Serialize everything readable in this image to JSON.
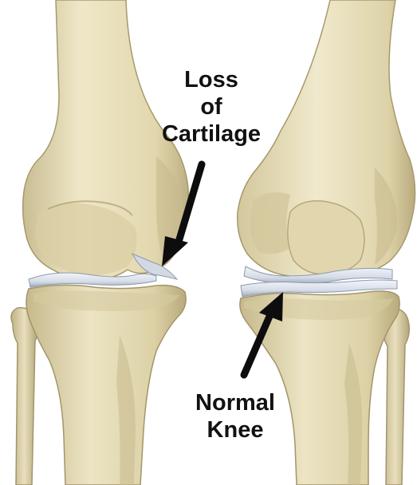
{
  "labels": {
    "loss": [
      "Loss",
      "of",
      "Cartilage"
    ],
    "normal": [
      "Normal",
      "Knee"
    ]
  },
  "colors": {
    "bone_light": "#ece3c3",
    "bone_mid": "#d9cda2",
    "bone_shadow": "#b5a679",
    "bone_outline": "#8f8159",
    "cartilage": "#dde3ec",
    "cartilage_shadow": "#9aa6b8",
    "arrow": "#0d0d0d",
    "text": "#111111",
    "background": "#ffffff"
  },
  "icons": [
    "arrow-icon"
  ]
}
